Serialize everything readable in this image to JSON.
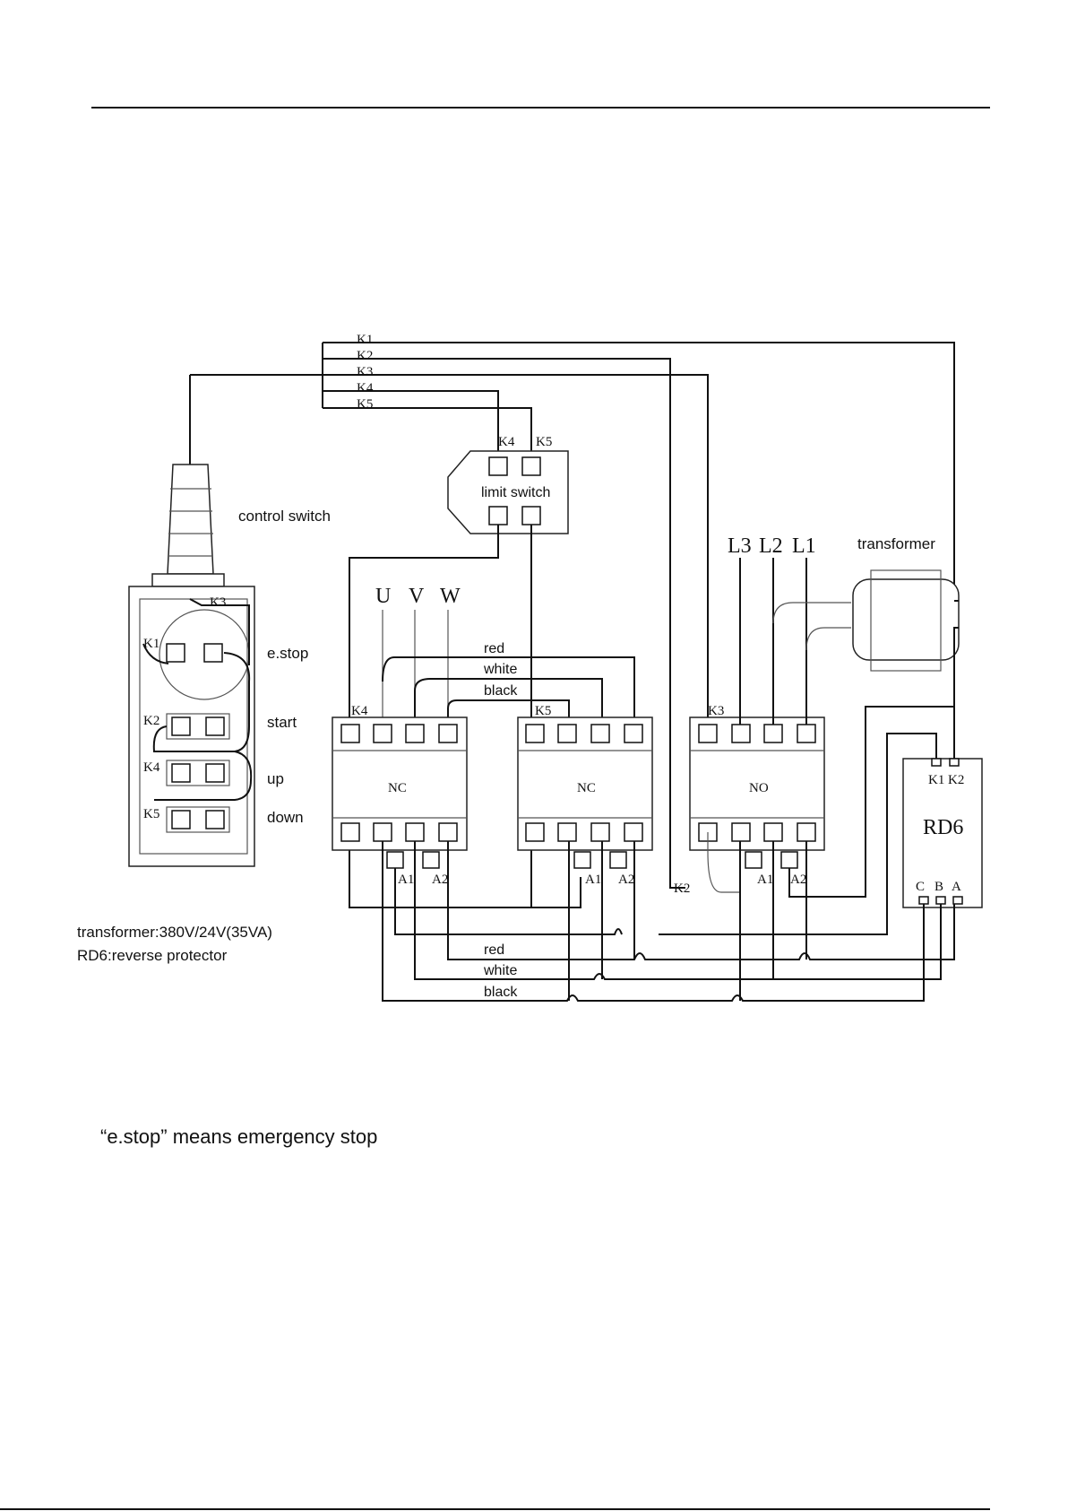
{
  "wire_labels_top": [
    "K1",
    "K2",
    "K3",
    "K4",
    "K5"
  ],
  "limit_switch": {
    "label": "limit switch",
    "term_top": [
      "K4",
      "K5"
    ]
  },
  "control_switch": {
    "label": "control switch",
    "k3": "K3",
    "buttons": [
      {
        "term": "K1",
        "label": "e.stop"
      },
      {
        "term": "K2",
        "label": "start"
      },
      {
        "term": "K4",
        "label": "up"
      },
      {
        "term": "K5",
        "label": "down"
      }
    ]
  },
  "motor_phases": [
    "U",
    "V",
    "W"
  ],
  "supply_phases": [
    "L3",
    "L2",
    "L1"
  ],
  "transformer_label": "transformer",
  "wire_colors_upper": [
    "red",
    "white",
    "black"
  ],
  "wire_colors_lower": [
    "red",
    "white",
    "black"
  ],
  "contactors": [
    {
      "label": "NC",
      "term": "K4",
      "a1": "A1",
      "a2": "A2"
    },
    {
      "label": "NC",
      "term": "K5",
      "a1": "A1",
      "a2": "A2"
    },
    {
      "label": "NO",
      "term": "K3",
      "a1": "A1",
      "a2": "A2",
      "k2": "K2"
    }
  ],
  "rd6": {
    "label": "RD6",
    "top_terms": [
      "K1",
      "K2"
    ],
    "bottom_terms": [
      "C",
      "B",
      "A"
    ]
  },
  "legend": [
    "transformer:380V/24V(35VA)",
    "RD6:reverse protector"
  ],
  "footnote": "“e.stop” means emergency stop"
}
